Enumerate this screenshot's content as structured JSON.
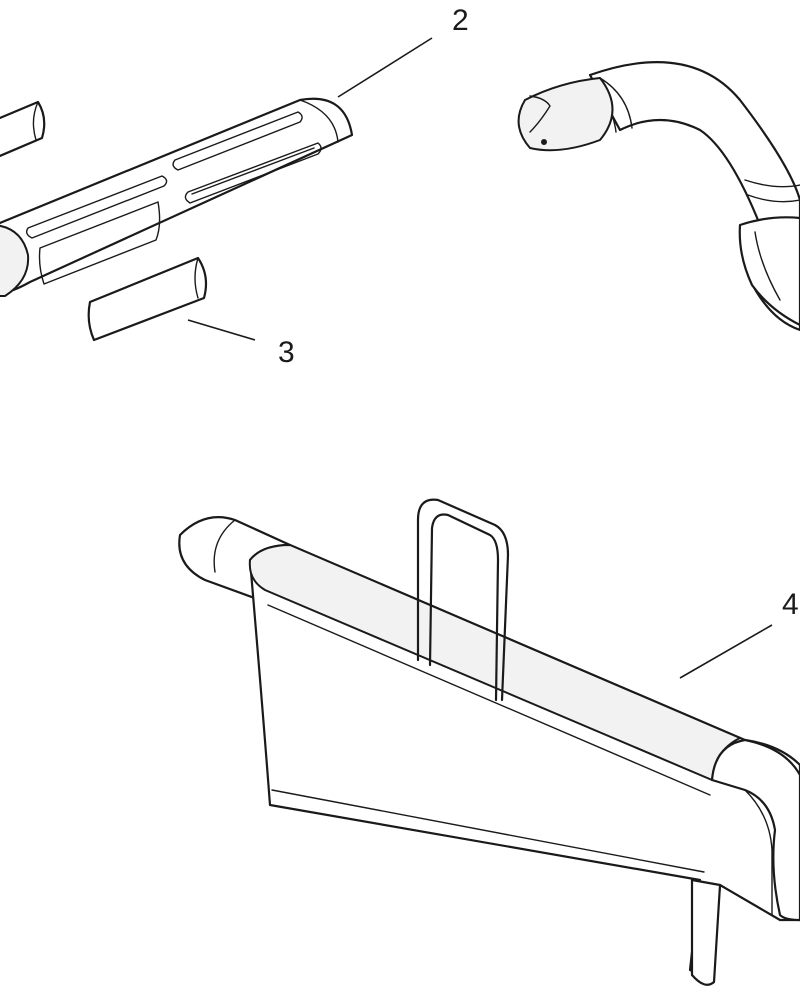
{
  "callouts": {
    "part_2": "2",
    "part_3": "3",
    "part_4": "4"
  }
}
